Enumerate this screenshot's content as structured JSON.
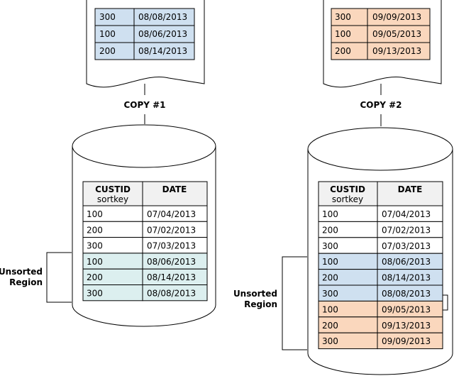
{
  "colors": {
    "blue_fill": "#cfe0f0",
    "teal_fill": "#dcefef",
    "orange_fill": "#fad7bd",
    "header_fill": "#f1f1f1",
    "stroke": "#000000"
  },
  "copy1": {
    "label": "COPY #1",
    "rows": [
      {
        "custid": "300",
        "date": "08/08/2013"
      },
      {
        "custid": "100",
        "date": "08/06/2013"
      },
      {
        "custid": "200",
        "date": "08/14/2013"
      }
    ]
  },
  "copy2": {
    "label": "COPY #2",
    "rows": [
      {
        "custid": "300",
        "date": "09/09/2013"
      },
      {
        "custid": "100",
        "date": "09/05/2013"
      },
      {
        "custid": "200",
        "date": "09/13/2013"
      }
    ]
  },
  "table_headers": {
    "custid": "CUSTID",
    "custid_sub": "sortkey",
    "date": "DATE"
  },
  "left_table": {
    "region_label_line1": "Unsorted",
    "region_label_line2": "Region",
    "rows": [
      {
        "custid": "100",
        "date": "07/04/2013",
        "fill": "none"
      },
      {
        "custid": "200",
        "date": "07/02/2013",
        "fill": "none"
      },
      {
        "custid": "300",
        "date": "07/03/2013",
        "fill": "none"
      },
      {
        "custid": "100",
        "date": "08/06/2013",
        "fill": "teal"
      },
      {
        "custid": "200",
        "date": "08/14/2013",
        "fill": "teal"
      },
      {
        "custid": "300",
        "date": "08/08/2013",
        "fill": "teal"
      }
    ]
  },
  "right_table": {
    "region_label_line1": "Unsorted",
    "region_label_line2": "Region",
    "rows": [
      {
        "custid": "100",
        "date": "07/04/2013",
        "fill": "none"
      },
      {
        "custid": "200",
        "date": "07/02/2013",
        "fill": "none"
      },
      {
        "custid": "300",
        "date": "07/03/2013",
        "fill": "none"
      },
      {
        "custid": "100",
        "date": "08/06/2013",
        "fill": "blue"
      },
      {
        "custid": "200",
        "date": "08/14/2013",
        "fill": "blue"
      },
      {
        "custid": "300",
        "date": "08/08/2013",
        "fill": "blue"
      },
      {
        "custid": "100",
        "date": "09/05/2013",
        "fill": "orange"
      },
      {
        "custid": "200",
        "date": "09/13/2013",
        "fill": "orange"
      },
      {
        "custid": "300",
        "date": "09/09/2013",
        "fill": "orange"
      }
    ]
  }
}
